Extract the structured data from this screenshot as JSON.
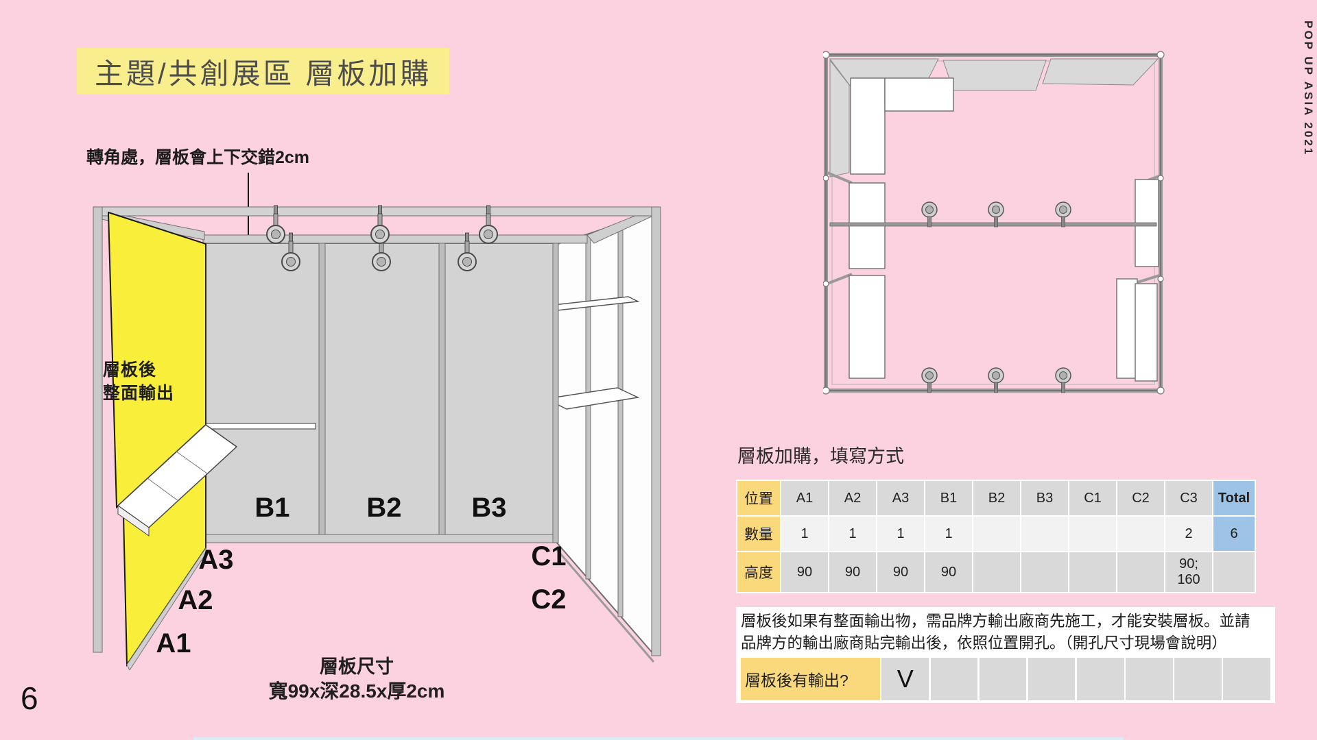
{
  "slide": {
    "page_number": "6",
    "watermark": "POP UP ASIA 2021",
    "title": "主題/共創展區 層板加購"
  },
  "booth": {
    "annotation": "轉角處，層板會上下交錯2cm",
    "panel_label_line1": "層板後",
    "panel_label_line2": "整面輸出",
    "labels": {
      "a1": "A1",
      "a2": "A2",
      "a3": "A3",
      "b1": "B1",
      "b2": "B2",
      "b3": "B3",
      "c1": "C1",
      "c2": "C2"
    },
    "caption_title": "層板尺寸",
    "caption_size": "寬99x深28.5x厚2cm"
  },
  "order": {
    "heading": "層板加購，填寫方式",
    "table": {
      "position_label": "位置",
      "qty_label": "數量",
      "height_label": "高度",
      "total_label": "Total",
      "columns": [
        "A1",
        "A2",
        "A3",
        "B1",
        "B2",
        "B3",
        "C1",
        "C2",
        "C3"
      ],
      "quantities": [
        "1",
        "1",
        "1",
        "1",
        "",
        "",
        "",
        "",
        "2"
      ],
      "qty_total": "6",
      "heights": [
        "90",
        "90",
        "90",
        "90",
        "",
        "",
        "",
        "",
        "90;\n160"
      ],
      "height_total": ""
    },
    "note_line1": "層板後如果有整面輸出物，需品牌方輸出廠商先施工，才能安裝層板。並請",
    "note_line2": "品牌方的輸出廠商貼完輸出後，依照位置開孔。（開孔尺寸現場會說明）",
    "answer": {
      "label": "層板後有輸出?",
      "mark": "V"
    }
  },
  "colors": {
    "background": "#fcd1e0",
    "title_highlight": "#f9ee8e",
    "panel_yellow": "#f9ef3b",
    "table_header_yellow": "#fad97c",
    "table_total_blue": "#9dc3e6",
    "table_gray": "#d9d9d9",
    "table_light_gray": "#f2f2f2"
  }
}
